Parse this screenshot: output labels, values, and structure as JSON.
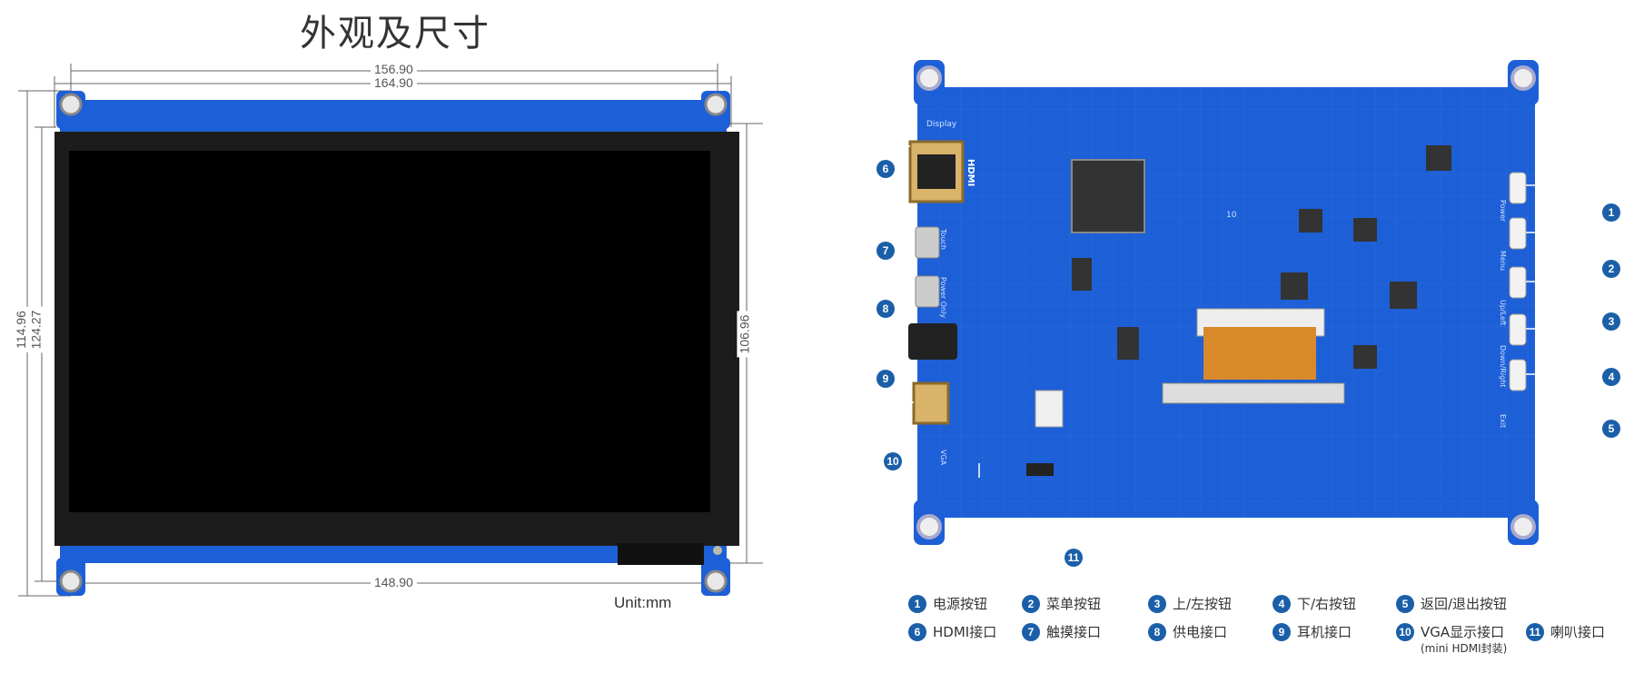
{
  "title": "外观及尺寸",
  "dimensions": {
    "top_inner": "156.90",
    "top_outer": "164.90",
    "bottom": "148.90",
    "left_outer": "114.96",
    "left_inner": "124.27",
    "right": "106.96",
    "unit": "Unit:mm"
  },
  "board_labels": {
    "display": "Display",
    "hdmi": "HDMI",
    "touch": "Touch",
    "power_only": "Power Only",
    "vga": "VGA",
    "power_btn": "Power",
    "menu_btn": "Menu",
    "up_left_btn": "Up/Left",
    "down_right_btn": "Down/Right",
    "exit_btn": "Exit",
    "chip_ref": "10"
  },
  "callouts": [
    "1",
    "2",
    "3",
    "4",
    "5",
    "6",
    "7",
    "8",
    "9",
    "10",
    "11"
  ],
  "legend": [
    {
      "num": "1",
      "label": "电源按钮"
    },
    {
      "num": "2",
      "label": "菜单按钮"
    },
    {
      "num": "3",
      "label": "上/左按钮"
    },
    {
      "num": "4",
      "label": "下/右按钮"
    },
    {
      "num": "5",
      "label": "返回/退出按钮"
    },
    {
      "num": "6",
      "label": "HDMI接口"
    },
    {
      "num": "7",
      "label": "触摸接口"
    },
    {
      "num": "8",
      "label": "供电接口"
    },
    {
      "num": "9",
      "label": "耳机接口"
    },
    {
      "num": "10",
      "label": "VGA显示接口",
      "sub": "(mini HDMI封装)"
    },
    {
      "num": "11",
      "label": "喇叭接口"
    }
  ],
  "colors": {
    "pcb": "#1d5fd6",
    "pcb_dark": "#1548a8",
    "badge": "#1a5fa8",
    "screen": "#000000"
  }
}
